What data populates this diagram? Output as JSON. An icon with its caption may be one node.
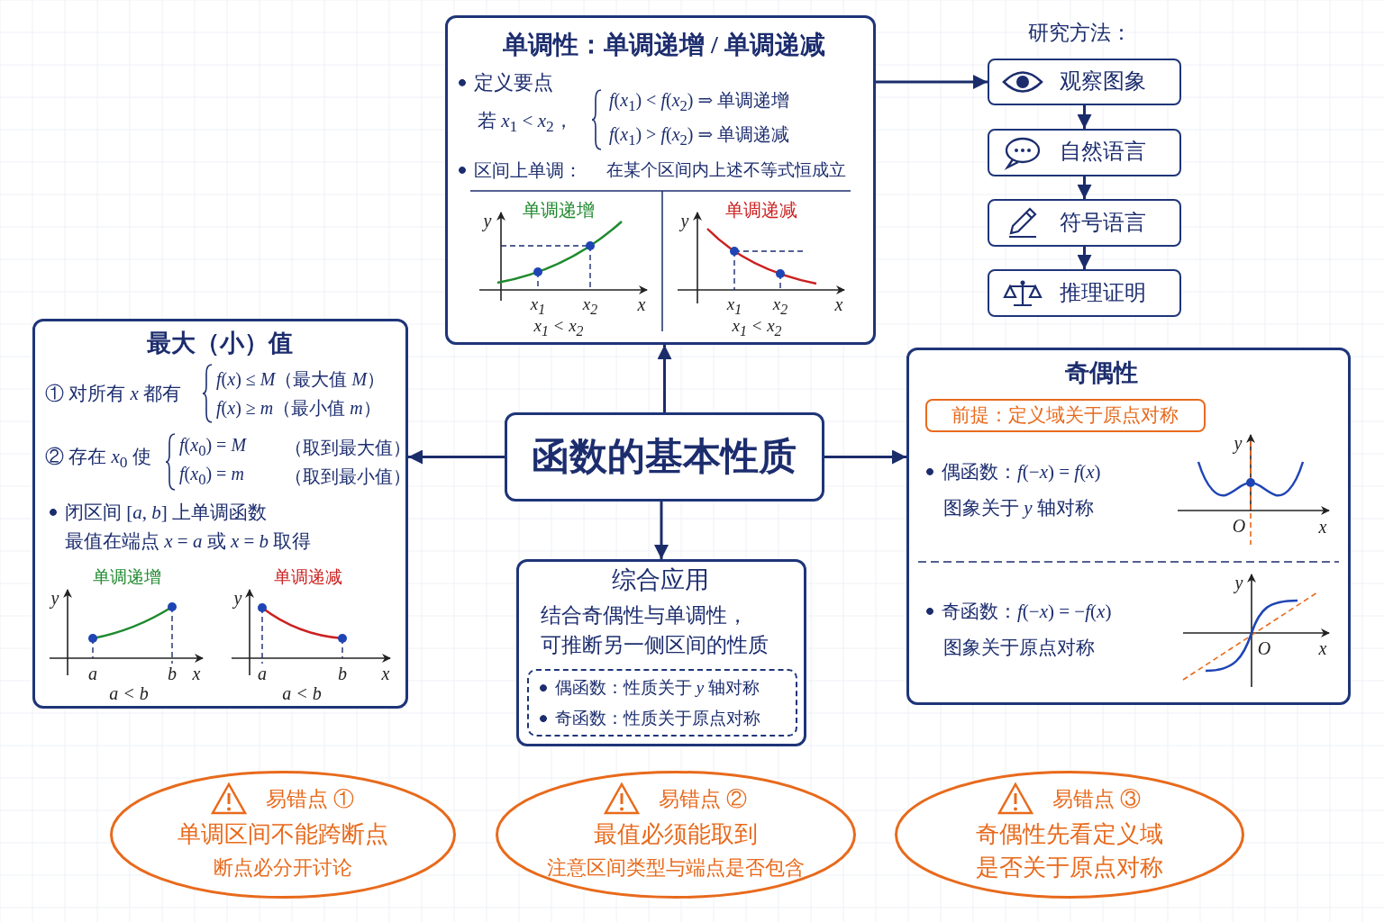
{
  "diagram": {
    "nodes": [
      {
        "text": [
          "函数的基本性质"
        ]
      },
      {
        "text": [
          "单调性：单调递增 / 单调递减",
          "定义要点",
          "若 *x*$_{1}$ < *x*$_{2}$，",
          "*f*(*x*$_{1}$) < *f*(*x*$_{2}$) ⇒ 单调递增",
          "*f*(*x*$_{1}$) > *f*(*x*$_{2}$) ⇒ 单调递减",
          "区间上单调：",
          "在某个区间内上述不等式恒成立",
          "单调递增",
          "y",
          "x$_{1}$",
          "x$_{2}$",
          "x",
          "x$_{1}$ < x$_{2}$",
          "单调递减",
          "y",
          "x$_{1}$",
          "x$_{2}$",
          "x",
          "x$_{1}$ < x$_{2}$"
        ]
      },
      {
        "text": [
          "观察图象"
        ]
      },
      {
        "text": [
          "自然语言"
        ]
      },
      {
        "text": [
          "符号语言"
        ]
      },
      {
        "text": [
          "推理证明"
        ]
      },
      {
        "text": [
          "最大（小）值",
          "① 对所有 *x* 都有",
          "*f*(*x*) ≤ *M*（最大值 *M*）",
          "*f*(*x*) ≥ *m*（最小值 *m*）",
          "② 存在 *x*$_{0}$ 使",
          "*f*(*x*$_{0}$) = *M*",
          "（取到最大值）",
          "*f*(*x*$_{0}$) = *m*",
          "（取到最小值）",
          "闭区间 [*a*, *b*] 上单调函数",
          "最值在端点 *x* = *a* 或 *x* = *b* 取得",
          "单调递增",
          "y",
          "a",
          "b",
          "x",
          "a < b",
          "单调递减",
          "y",
          "a",
          "b",
          "x",
          "a < b"
        ]
      },
      {
        "text": [
          "奇偶性",
          "偶函数：*f*(−*x*) = *f*(*x*)",
          "图象关于 *y* 轴对称",
          "奇函数：*f*(−*x*) = −*f*(*x*)",
          "图象关于原点对称",
          "y",
          "O",
          "x",
          "y",
          "O",
          "x"
        ]
      },
      {
        "text": [
          "前提：定义域关于原点对称"
        ],
        "in": 7
      },
      {
        "text": [
          "综合应用",
          "结合奇偶性与单调性，",
          "可推断另一侧区间的性质"
        ]
      },
      {
        "text": [
          "偶函数：性质关于 *y* 轴对称",
          "奇函数：性质关于原点对称"
        ],
        "in": 9
      },
      {
        "text": [
          "易错点 ①",
          "单调区间不能跨断点",
          "断点必分开讨论"
        ]
      },
      {
        "text": [
          "易错点 ②",
          "最值必须能取到",
          "注意区间类型与端点是否包含"
        ]
      },
      {
        "text": [
          "易错点 ③",
          "奇偶性先看定义域",
          "是否关于原点对称"
        ]
      }
    ],
    "edges": [
      {
        "from": 0,
        "to": 1,
        "arrow": "to"
      },
      {
        "from": 0,
        "to": 6,
        "arrow": "to"
      },
      {
        "from": 0,
        "to": 7,
        "arrow": "to"
      },
      {
        "from": 0,
        "to": 9,
        "arrow": "to"
      },
      {
        "from": 1,
        "to": 2,
        "arrow": "to"
      },
      {
        "from": 2,
        "to": 3,
        "arrow": "to"
      },
      {
        "from": 3,
        "to": 4,
        "arrow": "to"
      },
      {
        "from": 4,
        "to": 5,
        "arrow": "to"
      }
    ],
    "labels": [
      "研究方法："
    ]
  }
}
